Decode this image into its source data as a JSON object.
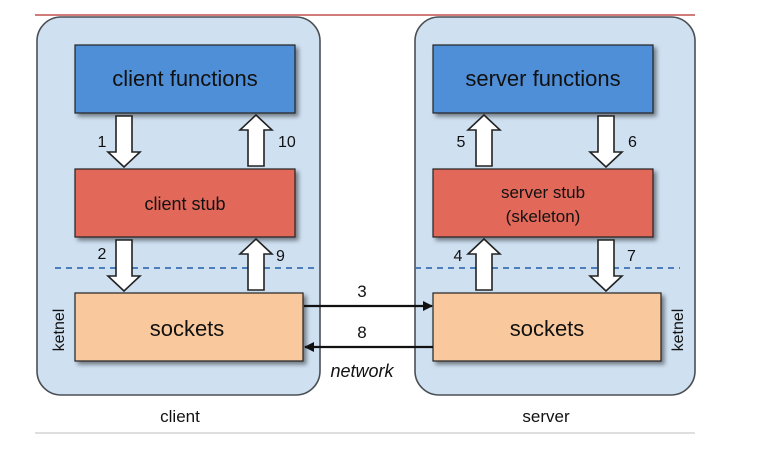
{
  "client": {
    "panel_label": "client",
    "kernel_label": "ketnel",
    "functions_label": "client functions",
    "stub_label": "client stub",
    "sockets_label": "sockets",
    "step_labels": {
      "s1": "1",
      "s10": "10",
      "s2": "2",
      "s9": "9"
    }
  },
  "server": {
    "panel_label": "server",
    "kernel_label": "ketnel",
    "functions_label": "server functions",
    "stub_line1": "server stub",
    "stub_line2": "(skeleton)",
    "sockets_label": "sockets",
    "step_labels": {
      "s5": "5",
      "s6": "6",
      "s4": "4",
      "s7": "7"
    }
  },
  "network": {
    "label": "network",
    "step_send": "3",
    "step_return": "8"
  },
  "colors": {
    "panel_fill": "#cfe0f1",
    "panel_stroke": "#4a4f55",
    "functions_fill": "#4f8fd8",
    "stub_fill": "#e2675a",
    "sockets_fill": "#f9c99d",
    "dashed_line": "#3d6fb5",
    "top_rule": "#c0504d"
  }
}
